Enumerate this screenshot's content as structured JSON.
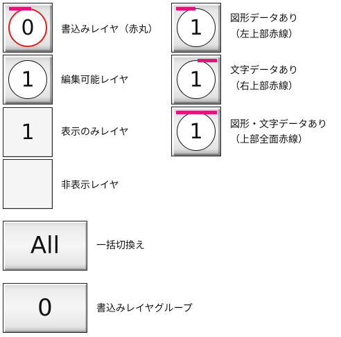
{
  "colors": {
    "accent_bar": "#e6147a",
    "edit_circle_red": "#e02020"
  },
  "left_column": [
    {
      "symbol": "0",
      "label": "書込みレイヤ（赤丸）"
    },
    {
      "symbol": "1",
      "label": "編集可能レイヤ"
    },
    {
      "symbol": "1",
      "label": "表示のみレイヤ"
    },
    {
      "symbol": "",
      "label": "非表示レイヤ"
    }
  ],
  "right_column": [
    {
      "symbol": "1",
      "label_line1": "図形データあり",
      "label_line2": "（左上部赤線）"
    },
    {
      "symbol": "1",
      "label_line1": "文字データあり",
      "label_line2": "（右上部赤線）"
    },
    {
      "symbol": "1",
      "label_line1": "図形・文字データあり",
      "label_line2": "（上部全面赤線）"
    }
  ],
  "bulk_switch": {
    "symbol": "All",
    "label": "一括切換え"
  },
  "write_group": {
    "symbol": "0",
    "label": "書込みレイヤグループ"
  }
}
